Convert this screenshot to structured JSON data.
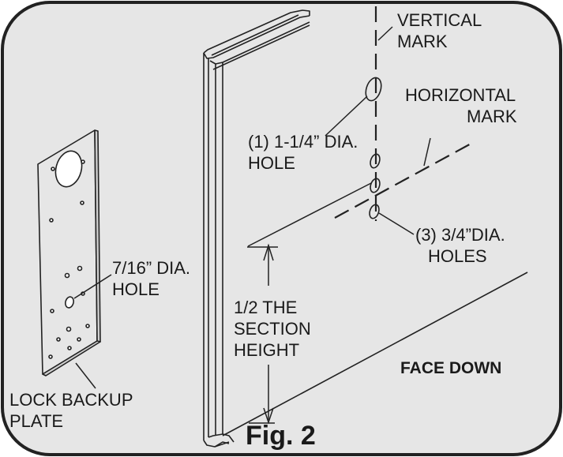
{
  "figure": {
    "caption": "Fig. 2",
    "face_label": "FACE DOWN"
  },
  "labels": {
    "vertical_mark": [
      "VERTICAL",
      "MARK"
    ],
    "horizontal_mark": [
      "HORIZONTAL",
      "MARK"
    ],
    "large_hole": [
      "(1) 1-1/4” DIA.",
      "HOLE"
    ],
    "small_holes": [
      "(3) 3/4”DIA.",
      "HOLES"
    ],
    "plate_hole": [
      "7/16” DIA.",
      "HOLE"
    ],
    "section_height": [
      "1/2 THE",
      "SECTION",
      "HEIGHT"
    ],
    "backup_plate": [
      "LOCK BACKUP",
      "PLATE"
    ]
  },
  "colors": {
    "frame_fill": "#e6e6e6",
    "frame_stroke": "#222222",
    "line": "#222222",
    "panel_fill": "#e6e6e6"
  }
}
